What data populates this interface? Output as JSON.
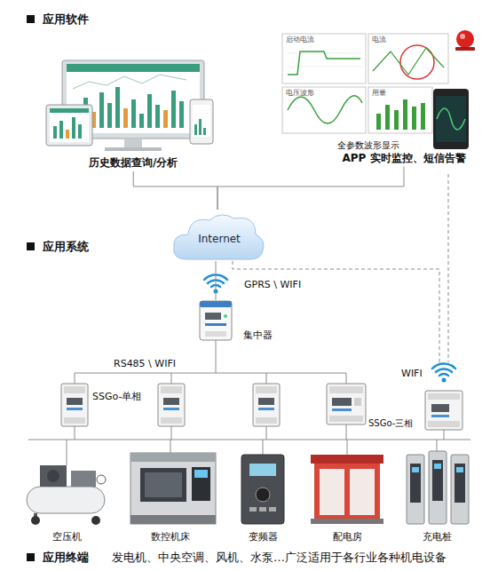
{
  "diagram": {
    "nodes": [
      {
        "text": [
          "历史数据查询/分析"
        ]
      },
      {
        "text": [
          "全参数波形显示",
          "APP 实时监控、短信告警"
        ]
      },
      {
        "text": [
          "Internet"
        ]
      },
      {
        "text": [
          "集中器"
        ]
      },
      {
        "text": [
          "空压机"
        ]
      },
      {
        "text": [
          "数控机床"
        ]
      },
      {
        "text": [
          "变频器"
        ]
      },
      {
        "text": [
          "配电房"
        ]
      },
      {
        "text": [
          "充电桩"
        ]
      }
    ],
    "edges": [
      {
        "from": 0,
        "to": 2,
        "arrow": "none"
      },
      {
        "from": 1,
        "to": 2,
        "arrow": "none"
      },
      {
        "from": 2,
        "to": 3,
        "label": "GPRS \\ WIFI",
        "arrow": "none"
      }
    ],
    "labels": [
      "应用软件",
      "启动电流",
      "电流",
      "电压波形",
      "用量",
      "应用系统",
      "RS485 \\ WIFI",
      "WIFI",
      "SSGo-单相",
      "SSGo-三相",
      "应用终端",
      "发电机、中央空调、风机、水泵…广泛适用于各行业各种机电设备"
    ]
  }
}
